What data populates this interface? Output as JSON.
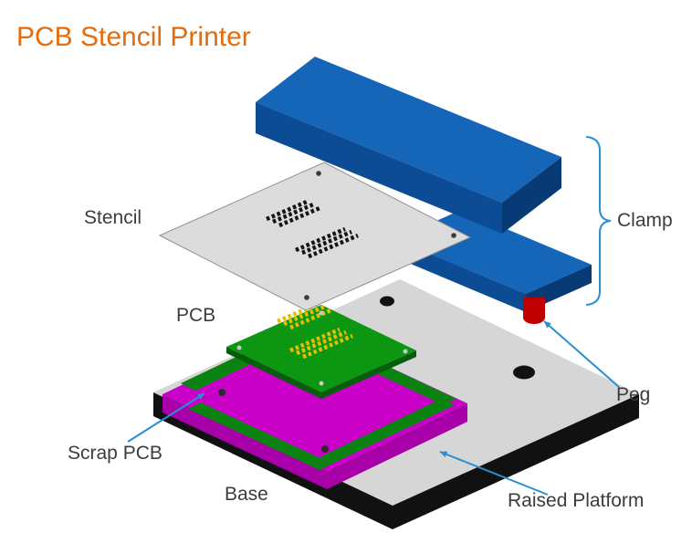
{
  "title": "PCB Stencil Printer",
  "labels": {
    "stencil": "Stencil",
    "clamp": "Clamp",
    "pcb": "PCB",
    "peg": "Peg",
    "scrap_pcb": "Scrap PCB",
    "base": "Base",
    "raised_platform": "Raised Platform"
  },
  "colors": {
    "title": "#E66C0B",
    "label_text": "#3C3C3C",
    "leader": "#2A8FD1",
    "clamp_top": "#1565B8",
    "clamp_side_left": "#0C4C94",
    "clamp_side_right": "#083A75",
    "stencil": "#DCDCDC",
    "stencil_edge": "#8F8F8F",
    "aperture": "#141414",
    "pcb_top": "#0C9612",
    "pcb_side": "#065E0C",
    "scrap": "#0A8310",
    "platform_top": "#C800C8",
    "platform_side": "#A800A8",
    "base_top": "#D6D6D6",
    "base_side": "#111111",
    "hole": "#111111",
    "screw": "#2B2B2B",
    "pcb_dot": "#C8C8C8",
    "stencil_hole": "#3A3A3A",
    "pad": "#E5BE00",
    "peg": "#C00000"
  }
}
